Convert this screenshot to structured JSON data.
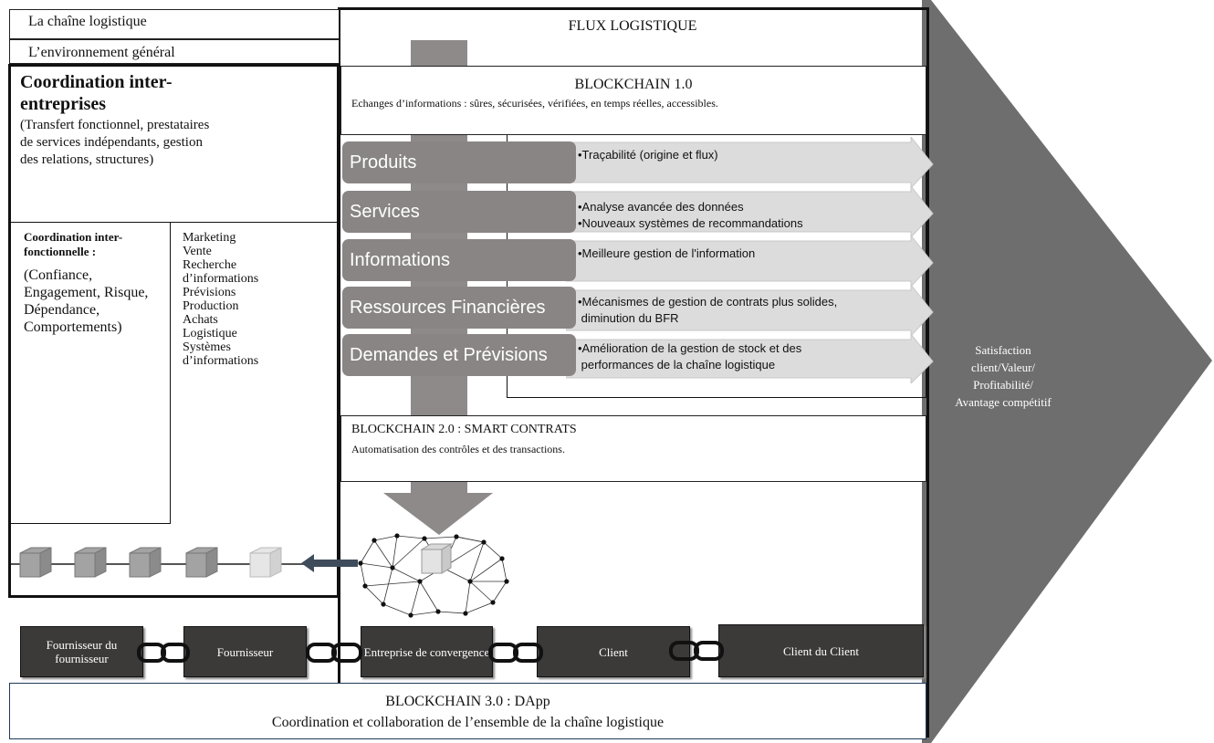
{
  "top_left": {
    "title": "La chaîne logistique",
    "environment": "L’environnement général"
  },
  "flux_title": "FLUX LOGISTIQUE",
  "inter_entreprises": {
    "title": "Coordination inter-entreprises",
    "detail": "(Transfert fonctionnel, prestataires de services indépendants, gestion des relations, structures)"
  },
  "inter_fonctionnelle": {
    "title": "Coordination inter-fonctionnelle :",
    "detail": "(Confiance, Engagement, Risque, Dépendance, Comportements)"
  },
  "functions": [
    "Marketing",
    "Vente",
    "Recherche",
    "d’informations",
    "Prévisions",
    "Production",
    "Achats",
    "Logistique",
    "Systèmes",
    "d’informations"
  ],
  "blockchain1": {
    "title": "BLOCKCHAIN 1.0",
    "subtitle": "Echanges d’informations : sûres, sécurisées, vérifiées, en temps réelles, accessibles."
  },
  "categories": [
    {
      "label": "Produits",
      "bullets": [
        "•Traçabilité (origine et flux)"
      ]
    },
    {
      "label": "Services",
      "bullets": [
        "•Analyse avancée des données",
        "•Nouveaux systèmes de recommandations"
      ]
    },
    {
      "label": "Informations",
      "bullets": [
        "•Meilleure gestion de l'information"
      ]
    },
    {
      "label": "Ressources Financières",
      "bullets": [
        "•Mécanismes de gestion de contrats plus solides,",
        " diminution du BFR"
      ]
    },
    {
      "label": "Demandes et Prévisions",
      "bullets": [
        "•Amélioration de la gestion de stock et des",
        " performances de la chaîne logistique"
      ]
    }
  ],
  "blockchain2": {
    "title": "BLOCKCHAIN 2.0 : SMART CONTRATS",
    "subtitle": "Automatisation des contrôles et des transactions."
  },
  "actors": [
    "Fournisseur du fournisseur",
    "Fournisseur",
    "Entreprise de convergence",
    "Client",
    "Client du Client"
  ],
  "blockchain3": {
    "title": "BLOCKCHAIN 3.0 : DApp",
    "subtitle": "Coordination et collaboration de l’ensemble de la chaîne logistique"
  },
  "outcome": {
    "lines": [
      "Satisfaction",
      "client/Valeur/",
      "Profitabilité/",
      "Avantage compétitif"
    ]
  },
  "colors": {
    "category_fill": "#8a8585",
    "arrow_fill": "#dcdcdc",
    "big_arrow_fill": "#6e6e6e",
    "actor_fill": "#3c3939"
  }
}
